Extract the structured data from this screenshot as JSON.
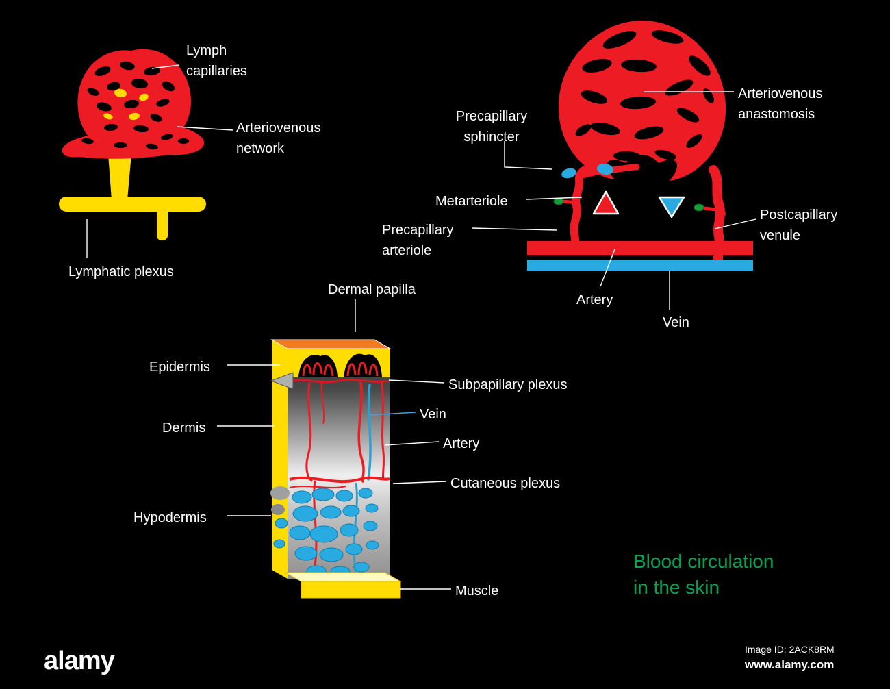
{
  "colors": {
    "background": "#000000",
    "vessel_red": "#ed1c24",
    "lymph_yellow": "#ffdd00",
    "vein_cyan": "#29aae1",
    "papilla_orange": "#f47a20",
    "title_green": "#00a651",
    "label_white": "#ffffff"
  },
  "title": {
    "line1": "Blood circulation",
    "line2": "in the skin"
  },
  "lymph_diagram": {
    "lymph_capillaries": {
      "line1": "Lymph",
      "line2": "capillaries"
    },
    "arteriovenous_network": {
      "line1": "Arteriovenous",
      "line2": "network"
    },
    "lymphatic_plexus": "Lymphatic plexus"
  },
  "capillary_diagram": {
    "precapillary_sphincter": {
      "line1": "Precapillary",
      "line2": "sphincter"
    },
    "arteriovenous_anastomosis": {
      "line1": "Arteriovenous",
      "line2": "anastomosis"
    },
    "metarteriole": "Metarteriole",
    "precapillary_arteriole": {
      "line1": "Precapillary",
      "line2": "arteriole"
    },
    "postcapillary_venule": {
      "line1": "Postcapillary",
      "line2": "venule"
    },
    "artery": "Artery",
    "vein": "Vein"
  },
  "skin_diagram": {
    "dermal_papilla": "Dermal papilla",
    "epidermis": "Epidermis",
    "dermis": "Dermis",
    "hypodermis": "Hypodermis",
    "subpapillary_plexus": "Subpapillary plexus",
    "vein": "Vein",
    "artery": "Artery",
    "cutaneous_plexus": "Cutaneous plexus",
    "muscle": "Muscle"
  },
  "watermark": {
    "logo": "alamy",
    "image_id": "Image ID: 2ACK8RM",
    "url": "www.alamy.com"
  }
}
